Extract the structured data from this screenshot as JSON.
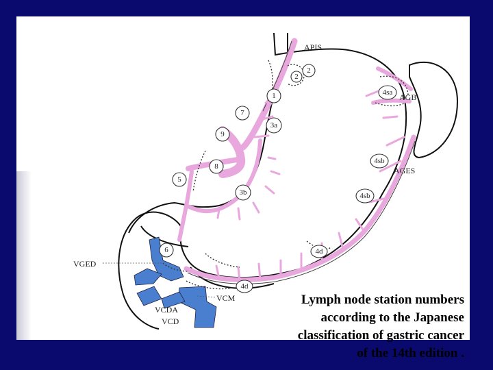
{
  "diagram": {
    "labels": {
      "apis": "APIS",
      "agb": "AGB",
      "ages": "AGES",
      "vged": "VGED",
      "vcm": "VCM",
      "vcda": "VCDA",
      "vcd": "VCD"
    },
    "nodes": {
      "n1": "1",
      "n2a": "2",
      "n2b": "2",
      "n3a": "3a",
      "n3b": "3b",
      "n4sa": "4sa",
      "n4sb1": "4sb",
      "n4sb2": "4sb",
      "n4d1": "4d",
      "n4d2": "4d",
      "n5": "5",
      "n6": "6",
      "n7": "7",
      "n8": "8",
      "n9": "9"
    }
  },
  "caption": {
    "line1": "Lymph node station numbers",
    "line2": "according to the Japanese",
    "line3": "classification of gastric cancer",
    "line4": "of the 14th edition ."
  },
  "colors": {
    "background": "#0a0a6e",
    "artery": "#e9a8dd",
    "vein": "#4a7fd0",
    "panel": "#ffffff"
  }
}
